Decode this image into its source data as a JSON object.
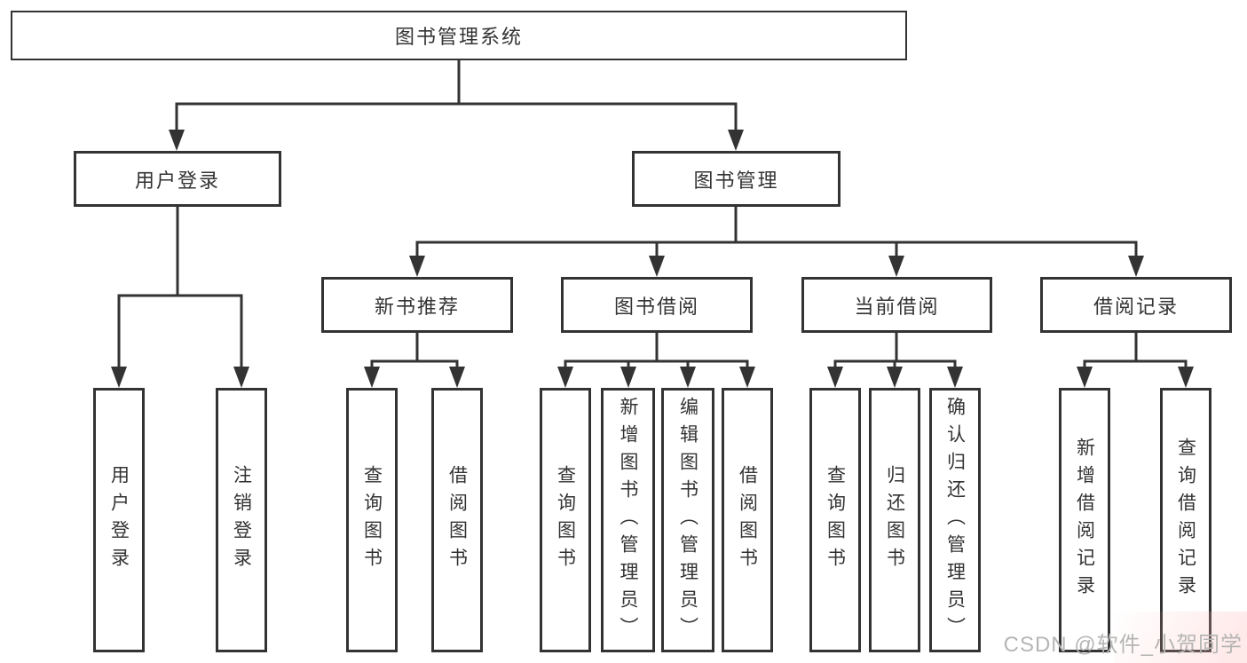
{
  "nodes": {
    "root": "图书管理系统",
    "user_login": "用户登录",
    "book_management": "图书管理",
    "new_book_recommend": "新书推荐",
    "book_borrow": "图书借阅",
    "current_borrow": "当前借阅",
    "borrow_records": "借阅记录"
  },
  "leaves": {
    "user_login": [
      "用户登录",
      "注销登录"
    ],
    "new_book_recommend": [
      "查询图书",
      "借阅图书"
    ],
    "book_borrow": [
      "查询图书",
      "新增图书（管理员）",
      "编辑图书（管理员）",
      "借阅图书"
    ],
    "current_borrow": [
      "查询图书",
      "归还图书",
      "确认归还（管理员）"
    ],
    "borrow_records": [
      "新增借阅记录",
      "查询借阅记录"
    ]
  },
  "watermark": "CSDN @软件_小贺同学",
  "colors": {
    "line": "#333333",
    "text": "#333333",
    "box_background": "#ffffff",
    "watermark": "#b5b5b5"
  }
}
